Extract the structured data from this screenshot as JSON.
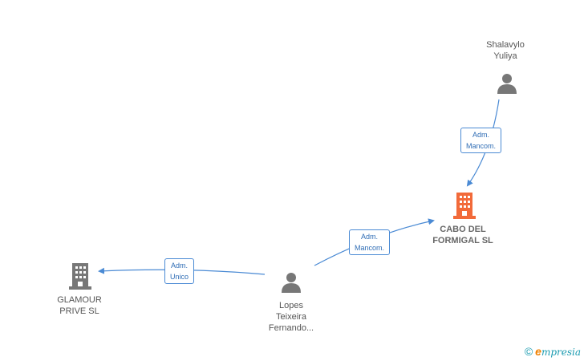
{
  "nodes": {
    "shalavylo": {
      "line1": "Shalavylo",
      "line2": "Yuliya"
    },
    "cabo": {
      "line1": "CABO DEL",
      "line2": "FORMIGAL SL"
    },
    "glamour": {
      "line1": "GLAMOUR",
      "line2": "PRIVE SL"
    },
    "lopes": {
      "line1": "Lopes",
      "line2": "Teixeira",
      "line3": "Fernando..."
    }
  },
  "relations": {
    "shalavylo_cabo": {
      "line1": "Adm.",
      "line2": "Mancom."
    },
    "lopes_cabo": {
      "line1": "Adm.",
      "line2": "Mancom."
    },
    "lopes_glamour": {
      "line1": "Adm.",
      "line2": "Unico"
    }
  },
  "footer": {
    "copyright": "©",
    "brand_initial": "e",
    "brand_rest": "mpresia"
  },
  "colors": {
    "edge": "#4a8ad4",
    "person_icon": "#777777",
    "company_icon": "#777777",
    "main_company_icon": "#f26a3a"
  }
}
